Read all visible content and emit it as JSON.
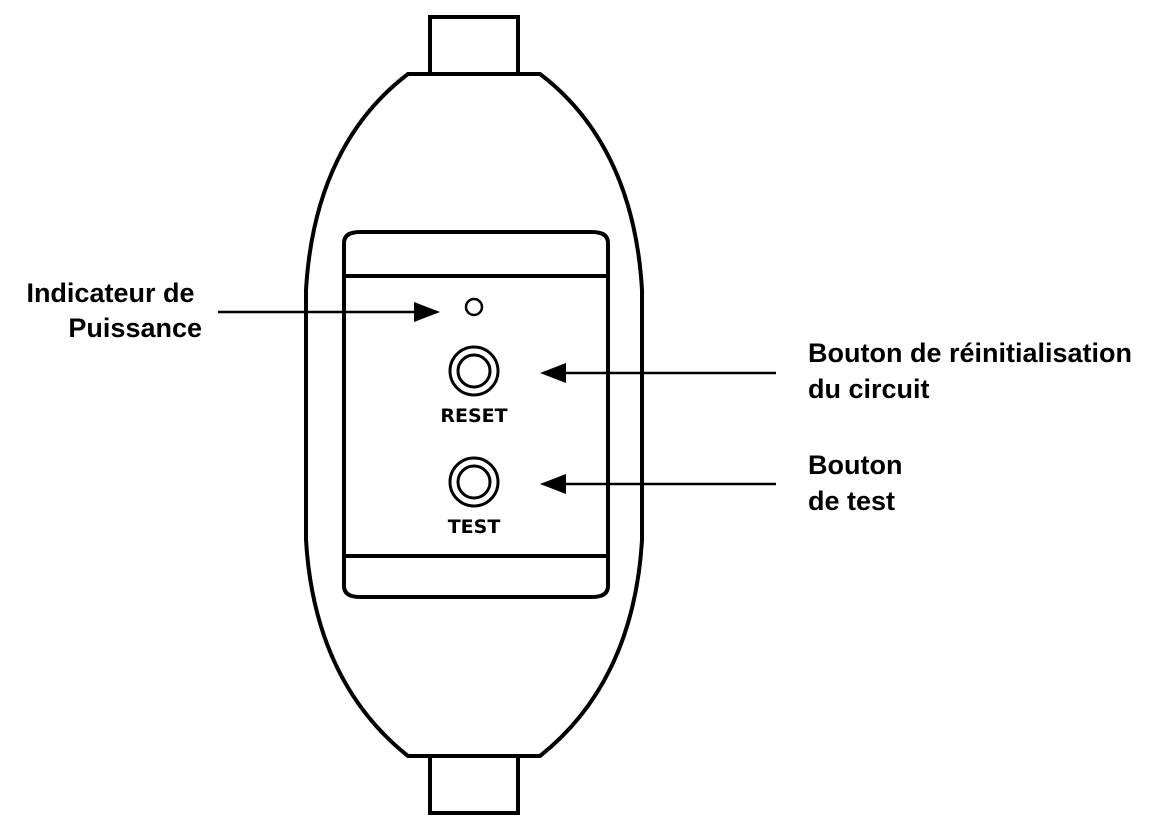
{
  "device": {
    "reset_label": "RESET",
    "test_label": "TEST"
  },
  "callouts": {
    "power_indicator": [
      "Indicateur de",
      "Puissance"
    ],
    "reset_button": [
      "Bouton de réinitialisation",
      "du circuit"
    ],
    "test_button": [
      "Bouton",
      "de test"
    ]
  },
  "colors": {
    "line": "#000000",
    "background": "#ffffff"
  }
}
